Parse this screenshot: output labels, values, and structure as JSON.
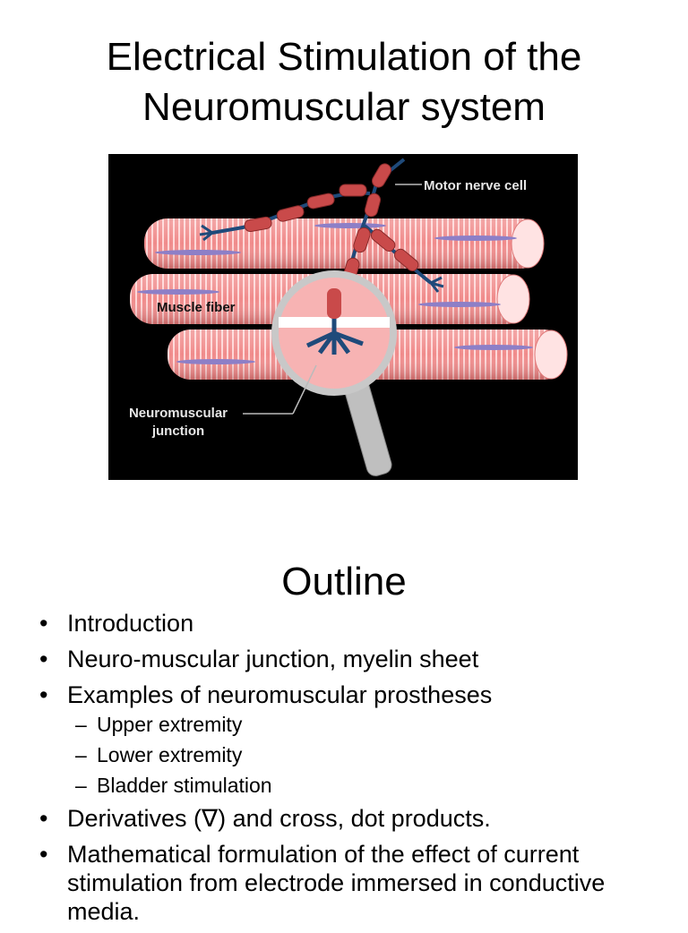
{
  "slide1": {
    "title_line1": "Electrical Stimulation of the",
    "title_line2": "Neuromuscular system",
    "figure": {
      "label_motor": "Motor nerve cell",
      "label_fiber": "Muscle fiber",
      "label_junction_1": "Neuromuscular",
      "label_junction_2": "junction",
      "colors": {
        "background": "#000000",
        "fiber": "#f08b8b",
        "fiber_stripe": "#ffd6d6",
        "nerve": "#c94a4a",
        "axon": "#1f4a7a",
        "nucleus": "#8d7fc7"
      }
    }
  },
  "slide2": {
    "title": "Outline",
    "items": [
      {
        "text": "Introduction"
      },
      {
        "text": "Neuro-muscular junction, myelin sheet"
      },
      {
        "text": "Examples of neuromuscular prostheses",
        "sub": [
          "Upper extremity",
          "Lower extremity",
          "Bladder stimulation"
        ]
      },
      {
        "text": "Derivatives (∇) and cross, dot products."
      },
      {
        "text": "Mathematical formulation of the effect of current stimulation from electrode immersed in conductive media."
      }
    ],
    "bullet": "•",
    "dash": "–"
  }
}
